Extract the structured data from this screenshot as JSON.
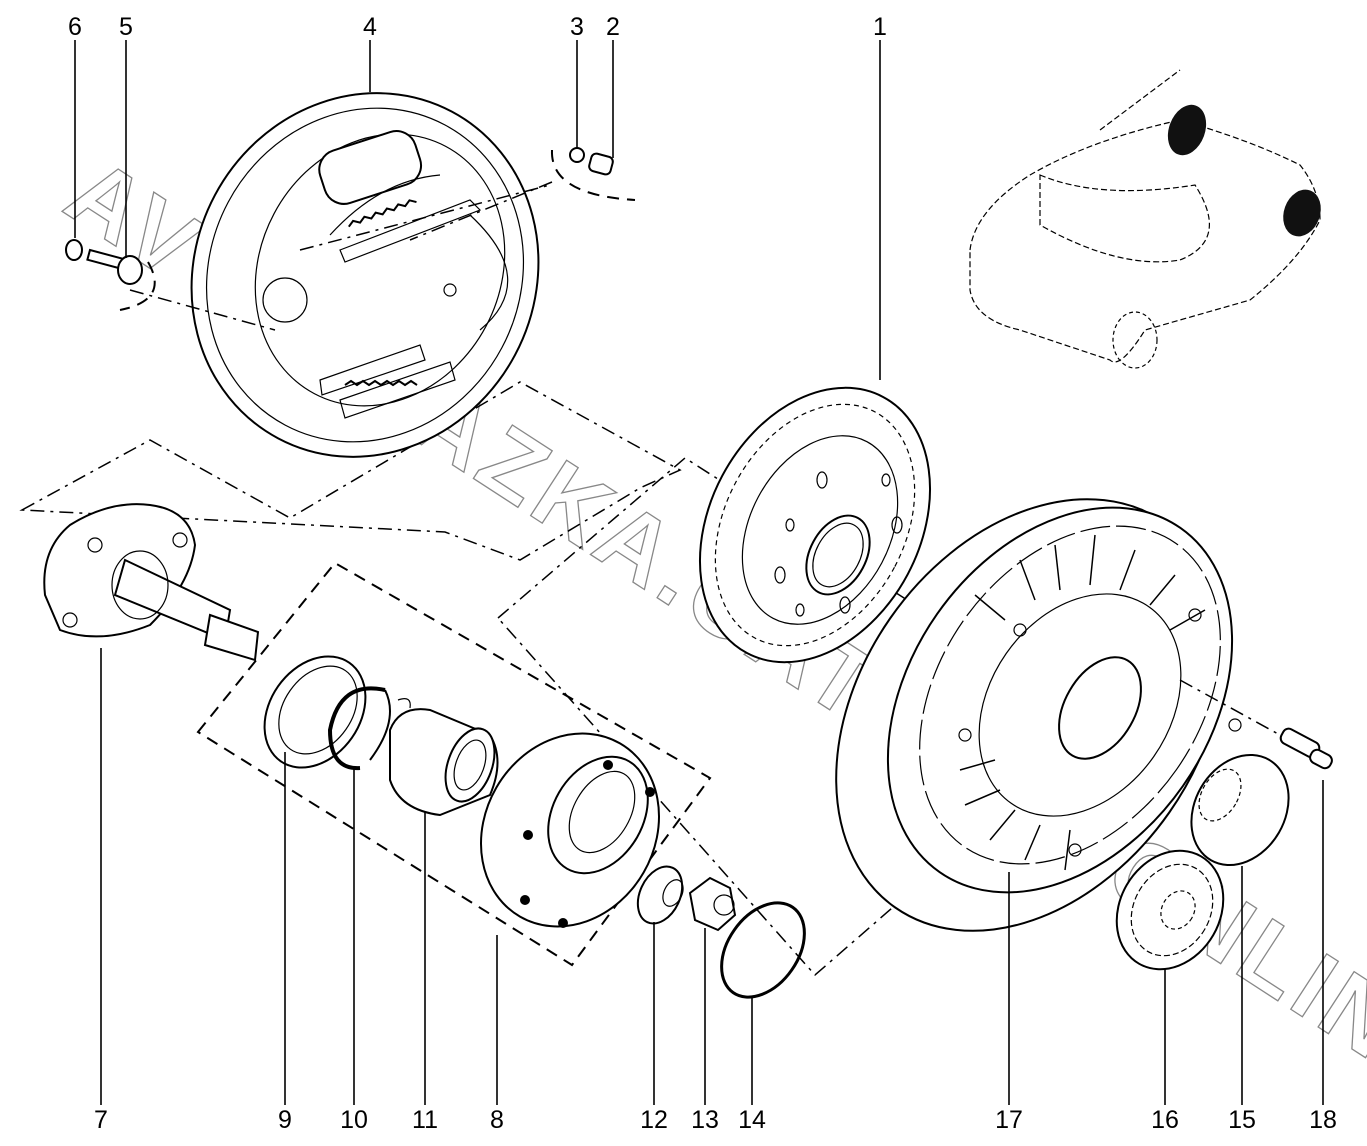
{
  "diagram": {
    "type": "exploded-parts-diagram",
    "subject": "rear wheel brake drum and hub assembly",
    "watermark": "AVTOSVAZKA.CATALOGONLINE",
    "callouts": [
      {
        "id": "1",
        "label": "1",
        "part": "abs-tone-ring"
      },
      {
        "id": "2",
        "label": "2",
        "part": "bleed-screw"
      },
      {
        "id": "3",
        "label": "3",
        "part": "bleed-cap"
      },
      {
        "id": "4",
        "label": "4",
        "part": "brake-backing-plate-assembly"
      },
      {
        "id": "5",
        "label": "5",
        "part": "bolt"
      },
      {
        "id": "6",
        "label": "6",
        "part": "nut"
      },
      {
        "id": "7",
        "label": "7",
        "part": "stub-axle"
      },
      {
        "id": "8",
        "label": "8",
        "part": "wheel-hub"
      },
      {
        "id": "9",
        "label": "9",
        "part": "oil-seal"
      },
      {
        "id": "10",
        "label": "10",
        "part": "circlip"
      },
      {
        "id": "11",
        "label": "11",
        "part": "wheel-bearing"
      },
      {
        "id": "12",
        "label": "12",
        "part": "washer"
      },
      {
        "id": "13",
        "label": "13",
        "part": "hub-nut"
      },
      {
        "id": "14",
        "label": "14",
        "part": "o-ring"
      },
      {
        "id": "15",
        "label": "15",
        "part": "hub-cap"
      },
      {
        "id": "16",
        "label": "16",
        "part": "dust-cap"
      },
      {
        "id": "17",
        "label": "17",
        "part": "brake-drum"
      },
      {
        "id": "18",
        "label": "18",
        "part": "wheel-stud"
      }
    ],
    "inset": {
      "subject": "vehicle-locator",
      "highlight": "rear wheels"
    }
  }
}
